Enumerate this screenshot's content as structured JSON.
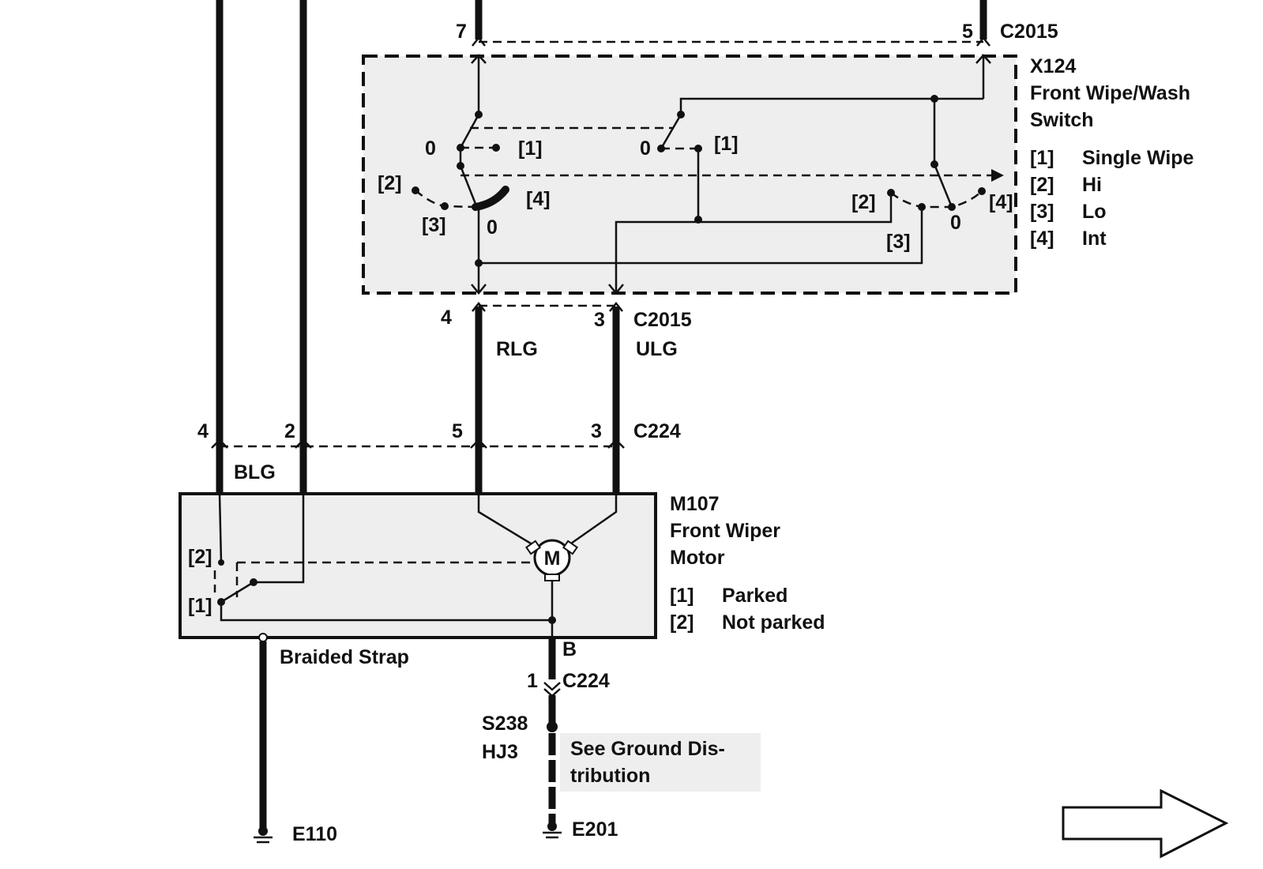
{
  "switch_block": {
    "id": "X124",
    "name_line1": "Front Wipe/Wash",
    "name_line2": "Switch",
    "legend": [
      {
        "key": "[1]",
        "value": "Single Wipe"
      },
      {
        "key": "[2]",
        "value": "Hi"
      },
      {
        "key": "[3]",
        "value": "Lo"
      },
      {
        "key": "[4]",
        "value": "Int"
      }
    ]
  },
  "motor_block": {
    "id": "M107",
    "name_line1": "Front Wiper",
    "name_line2": "Motor",
    "symbol": "M",
    "legend": [
      {
        "key": "[1]",
        "value": "Parked"
      },
      {
        "key": "[2]",
        "value": "Not parked"
      }
    ]
  },
  "connectors": {
    "c2015": "C2015",
    "c224": "C224",
    "pin7": "7",
    "pin5_top": "5",
    "pin4_mid": "4",
    "pin3_mid": "3",
    "pin4_c224": "4",
    "pin2_c224": "2",
    "pin5_c224": "5",
    "pin3_c224": "3",
    "pin1_c224": "1"
  },
  "wires": {
    "rlg": "RLG",
    "ulg": "ULG",
    "blg": "BLG",
    "b": "B",
    "braided": "Braided Strap"
  },
  "switch_positions": {
    "s1_zero": "0",
    "s1_p1": "[1]",
    "s2_zero": "0",
    "s2_p1": "[1]",
    "s3_p2": "[2]",
    "s3_p3": "[3]",
    "s3_p4": "[4]",
    "s3_zero": "0",
    "s4_p2": "[2]",
    "s4_p3": "[3]",
    "s4_p4": "[4]",
    "s4_zero": "0",
    "m_p2": "[2]",
    "m_p1": "[1]"
  },
  "splice": {
    "id": "S238",
    "code": "HJ3"
  },
  "ground_link": {
    "line1": "See Ground Dis-",
    "line2": "tribution"
  },
  "grounds": {
    "left": "E110",
    "right": "E201"
  },
  "icons": [
    "ground-icon",
    "motor-icon",
    "next-page-arrow-icon"
  ]
}
